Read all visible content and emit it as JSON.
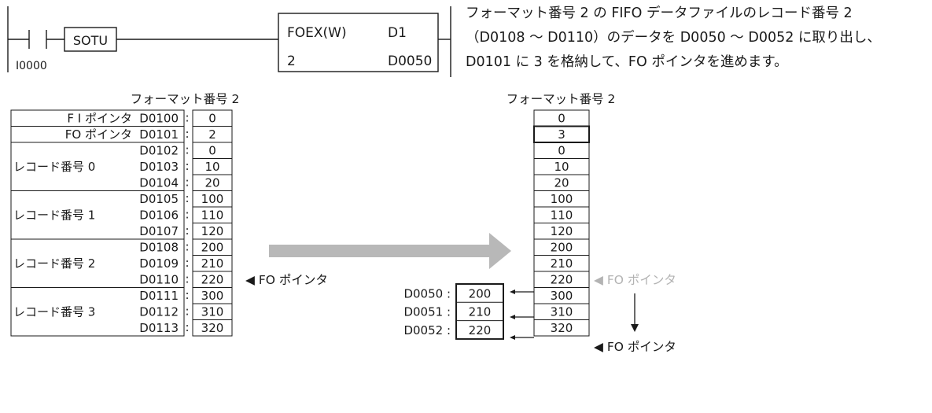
{
  "ladder": {
    "contact_label": "SOTU",
    "contact_address": "I0000",
    "instr_name": "FOEX(W)",
    "instr_op1": "D1",
    "instr_op2": "2",
    "instr_op3": "D0050"
  },
  "description": {
    "lines": [
      "フォーマット番号 2 の FIFO データファイルのレコード番号 2",
      "（D0108 ～ D0110）のデータを D0050 ～ D0052 に取り出し、",
      "D0101 に 3 を格納して、FO ポインタを進めます。"
    ]
  },
  "left_table": {
    "title": "フォーマット番号 2",
    "pointers": [
      {
        "label": "F I ポインタ",
        "addr": "D0100",
        "value": "0"
      },
      {
        "label": "FO ポインタ",
        "addr": "D0101",
        "value": "2"
      }
    ],
    "records": [
      {
        "label": "レコード番号 0",
        "rows": [
          {
            "addr": "D0102",
            "value": "0"
          },
          {
            "addr": "D0103",
            "value": "10"
          },
          {
            "addr": "D0104",
            "value": "20"
          }
        ]
      },
      {
        "label": "レコード番号 1",
        "rows": [
          {
            "addr": "D0105",
            "value": "100"
          },
          {
            "addr": "D0106",
            "value": "110"
          },
          {
            "addr": "D0107",
            "value": "120"
          }
        ]
      },
      {
        "label": "レコード番号 2",
        "rows": [
          {
            "addr": "D0108",
            "value": "200"
          },
          {
            "addr": "D0109",
            "value": "210"
          },
          {
            "addr": "D0110",
            "value": "220"
          }
        ]
      },
      {
        "label": "レコード番号 3",
        "rows": [
          {
            "addr": "D0111",
            "value": "300"
          },
          {
            "addr": "D0112",
            "value": "310"
          },
          {
            "addr": "D0113",
            "value": "320"
          }
        ]
      }
    ],
    "fo_pointer_label": "◀ FO ポインタ"
  },
  "right_table": {
    "title": "フォーマット番号 2",
    "values": [
      "0",
      "3",
      "0",
      "10",
      "20",
      "100",
      "110",
      "120",
      "200",
      "210",
      "220",
      "300",
      "310",
      "320"
    ],
    "old_pointer_label": "◀ FO ポインタ",
    "new_pointer_label": "◀ FO ポインタ"
  },
  "output": {
    "rows": [
      {
        "addr": "D0050 :",
        "value": "200"
      },
      {
        "addr": "D0051 :",
        "value": "210"
      },
      {
        "addr": "D0052 :",
        "value": "220"
      }
    ]
  },
  "colors": {
    "arrow_gray": "#b8b8b8",
    "faded_text": "#b3b3b3"
  }
}
